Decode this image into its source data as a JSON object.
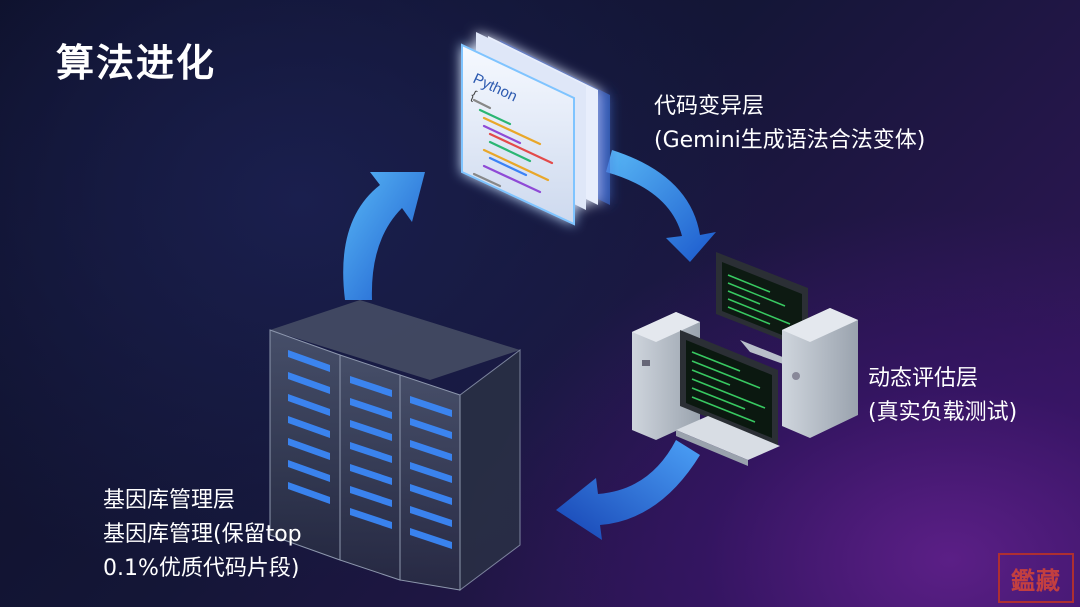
{
  "title": "算法进化",
  "layers": {
    "mutation": {
      "title": "代码变异层",
      "subtitle": "(Gemini生成语法合法变体)"
    },
    "evaluation": {
      "title": "动态评估层",
      "subtitle": "(真实负载测试)"
    },
    "gene_pool": {
      "title": "基因库管理层",
      "line1": "基因库管理(保留top",
      "line2": "0.1%优质代码片段)"
    }
  },
  "code_card": {
    "language": "Python",
    "brace": "{"
  },
  "watermark": "鑑藏",
  "colors": {
    "arrow": "#2f7fe8",
    "arrow_light": "#4aa8ff",
    "card_glow": "#5ab4ff",
    "terminal_green": "#3ddc6a",
    "server_led": "#3b8bff"
  },
  "icons": [
    "code-document-stack-icon",
    "computer-workstation-icon",
    "server-rack-icon",
    "cycle-arrow-icon"
  ]
}
